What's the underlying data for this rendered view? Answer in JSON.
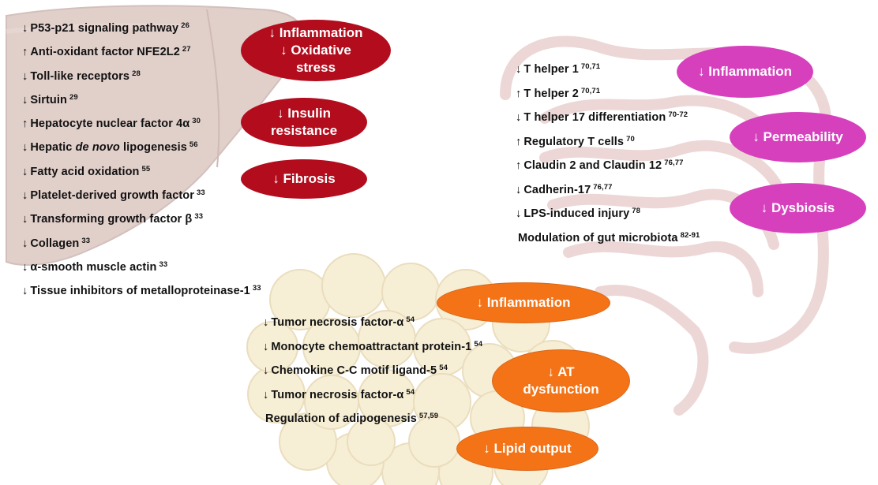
{
  "liver": {
    "items": [
      {
        "arrow": "↓",
        "text": "P53-p21 signaling pathway",
        "ref": "26"
      },
      {
        "arrow": "↑",
        "text": "Anti-oxidant factor NFE2L2",
        "ref": "27"
      },
      {
        "arrow": "↓",
        "text": "Toll-like receptors",
        "ref": "28"
      },
      {
        "arrow": "↓",
        "text": "Sirtuin",
        "ref": "29"
      },
      {
        "arrow": "↑",
        "text": "Hepatocyte nuclear factor 4α",
        "ref": "30"
      },
      {
        "arrow": "↓",
        "text": "Hepatic de novo lipogenesis",
        "ref": "56"
      },
      {
        "arrow": "↓",
        "text": "Fatty acid oxidation",
        "ref": "55"
      },
      {
        "arrow": "↓",
        "text": "Platelet-derived growth factor",
        "ref": "33"
      },
      {
        "arrow": "↓",
        "text": "Transforming growth factor β",
        "ref": "33"
      },
      {
        "arrow": "↓",
        "text": "Collagen",
        "ref": "33"
      },
      {
        "arrow": "↓",
        "text": "α-smooth muscle actin",
        "ref": "33"
      },
      {
        "arrow": "↓",
        "text": "Tissue inhibitors of metalloproteinase-1",
        "ref": "33"
      }
    ],
    "effects": [
      {
        "line1": "↓ Inflammation",
        "line2": "↓ Oxidative",
        "line3": "stress"
      },
      {
        "line1": "↓ Insulin",
        "line2": "resistance"
      },
      {
        "line1": "↓ Fibrosis"
      }
    ]
  },
  "gut": {
    "items": [
      {
        "arrow": "↓",
        "text": "T helper 1",
        "ref": "70,71"
      },
      {
        "arrow": "↑",
        "text": "T helper 2",
        "ref": "70,71"
      },
      {
        "arrow": "↓",
        "text": "T helper 17 differentiation",
        "ref": "70-72"
      },
      {
        "arrow": "↑",
        "text": "Regulatory T cells",
        "ref": "70"
      },
      {
        "arrow": "↑",
        "text": "Claudin 2 and Claudin 12",
        "ref": "76,77"
      },
      {
        "arrow": "↓",
        "text": "Cadherin-17",
        "ref": "76,77"
      },
      {
        "arrow": "↓",
        "text": "LPS-induced injury",
        "ref": "78"
      },
      {
        "arrow": "",
        "text": "Modulation of gut microbiota",
        "ref": "82-91"
      }
    ],
    "effects": [
      {
        "line1": "↓ Inflammation"
      },
      {
        "line1": "↓ Permeability"
      },
      {
        "line1": "↓ Dysbiosis"
      }
    ]
  },
  "adipose": {
    "items": [
      {
        "arrow": "↓",
        "text": "Tumor necrosis factor-α",
        "ref": "54"
      },
      {
        "arrow": "↓",
        "text": "Monocyte chemoattractant protein-1",
        "ref": "54"
      },
      {
        "arrow": "↓",
        "text": "Chemokine C-C motif ligand-5",
        "ref": "54"
      },
      {
        "arrow": "↓",
        "text": "Tumor necrosis factor-α",
        "ref": "54"
      },
      {
        "arrow": "",
        "text": "Regulation of adipogenesis",
        "ref": "57,59"
      }
    ],
    "effects": [
      {
        "line1": "↓ Inflammation"
      },
      {
        "line1": "↓ AT",
        "line2": "dysfunction"
      },
      {
        "line1": "↓ Lipid output"
      }
    ]
  },
  "colors": {
    "liver_effect": "#b20c1d",
    "gut_effect": "#d640bd",
    "adipose_effect": "#f37316",
    "liver_organ": "#c9a8a0",
    "gut_organ": "#e6c3c0",
    "adipose_organ": "#f2e2b4"
  },
  "icons": {
    "liver": "liver-illustration",
    "gut": "intestine-illustration",
    "adipose": "adipose-tissue-illustration"
  }
}
